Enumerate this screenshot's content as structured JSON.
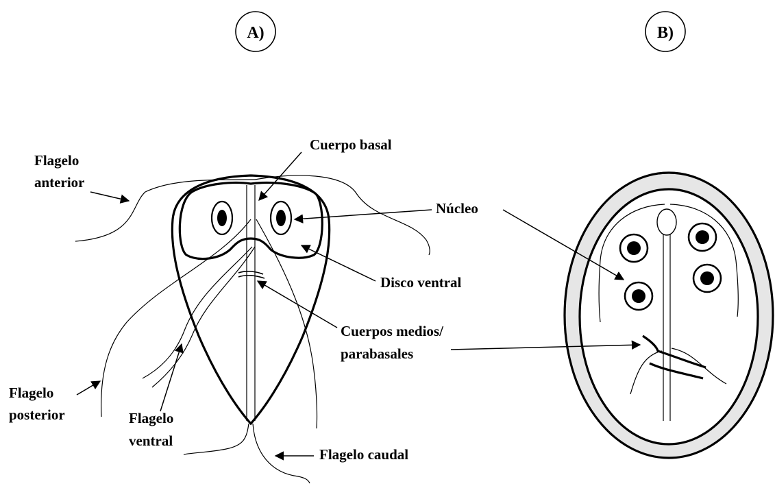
{
  "panels": {
    "a": "A)",
    "b": "B)"
  },
  "labels": {
    "flagelo_anterior_1": "Flagelo",
    "flagelo_anterior_2": "anterior",
    "cuerpo_basal": "Cuerpo basal",
    "nucleo": "Núcleo",
    "disco_ventral": "Disco ventral",
    "cuerpos_medios_1": "Cuerpos medios/",
    "cuerpos_medios_2": "parabasales",
    "flagelo_posterior_1": "Flagelo",
    "flagelo_posterior_2": "posterior",
    "flagelo_ventral_1": "Flagelo",
    "flagelo_ventral_2": "ventral",
    "flagelo_caudal": "Flagelo caudal"
  }
}
